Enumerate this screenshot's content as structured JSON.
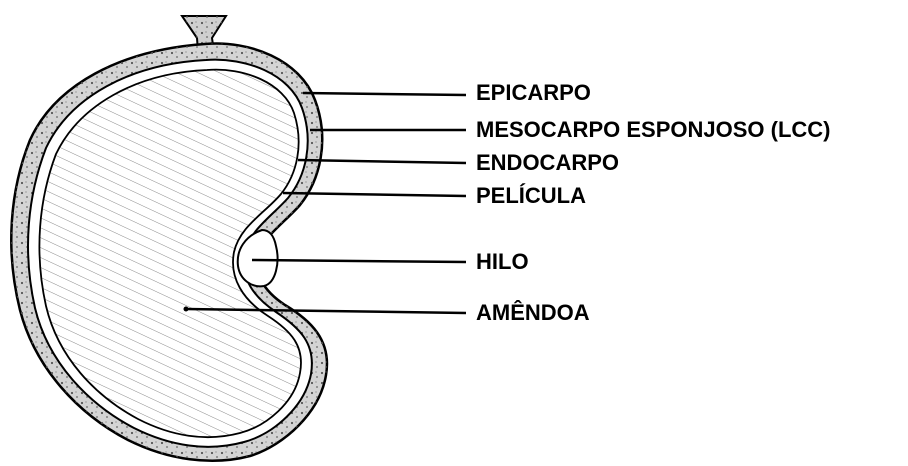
{
  "diagram": {
    "labels": {
      "epicarpo": "EPICARPO",
      "mesocarpo": "MESOCARPO ESPONJOSO (LCC)",
      "endocarpo": "ENDOCARPO",
      "pelicula": "PELÍCULA",
      "hilo": "HILO",
      "amendoa": "AMÊNDOA"
    },
    "colors": {
      "ink": "#000000",
      "background": "#ffffff",
      "shell_fill": "#d9d9d9",
      "kernel_fill": "#f2f2f2",
      "hatch": "#8c8c8c"
    }
  }
}
